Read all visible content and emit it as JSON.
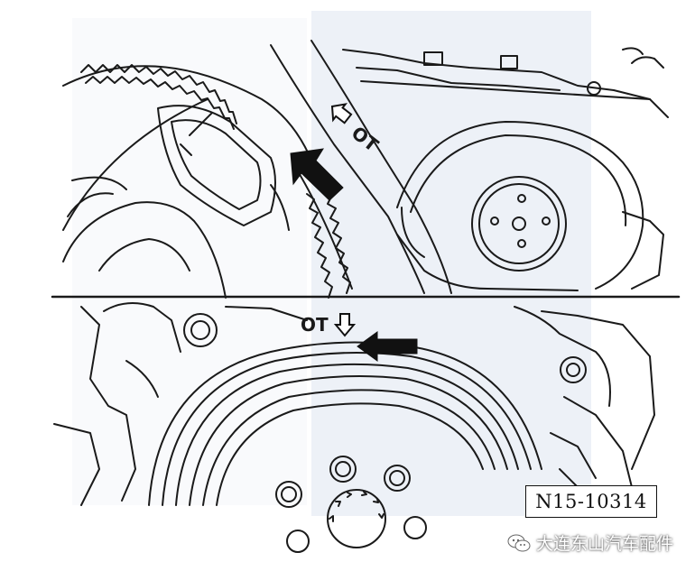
{
  "diagram": {
    "label_ot_upper": "OT",
    "label_ot_lower": "OT",
    "figure_id": "N15-10314"
  },
  "watermark": {
    "brand_text": "大连东山汽车配件",
    "icon": "wechat-icon"
  },
  "colors": {
    "line": "#1a1a1a",
    "background": "#ffffff",
    "watermark_blue": "#c9d3e6"
  }
}
